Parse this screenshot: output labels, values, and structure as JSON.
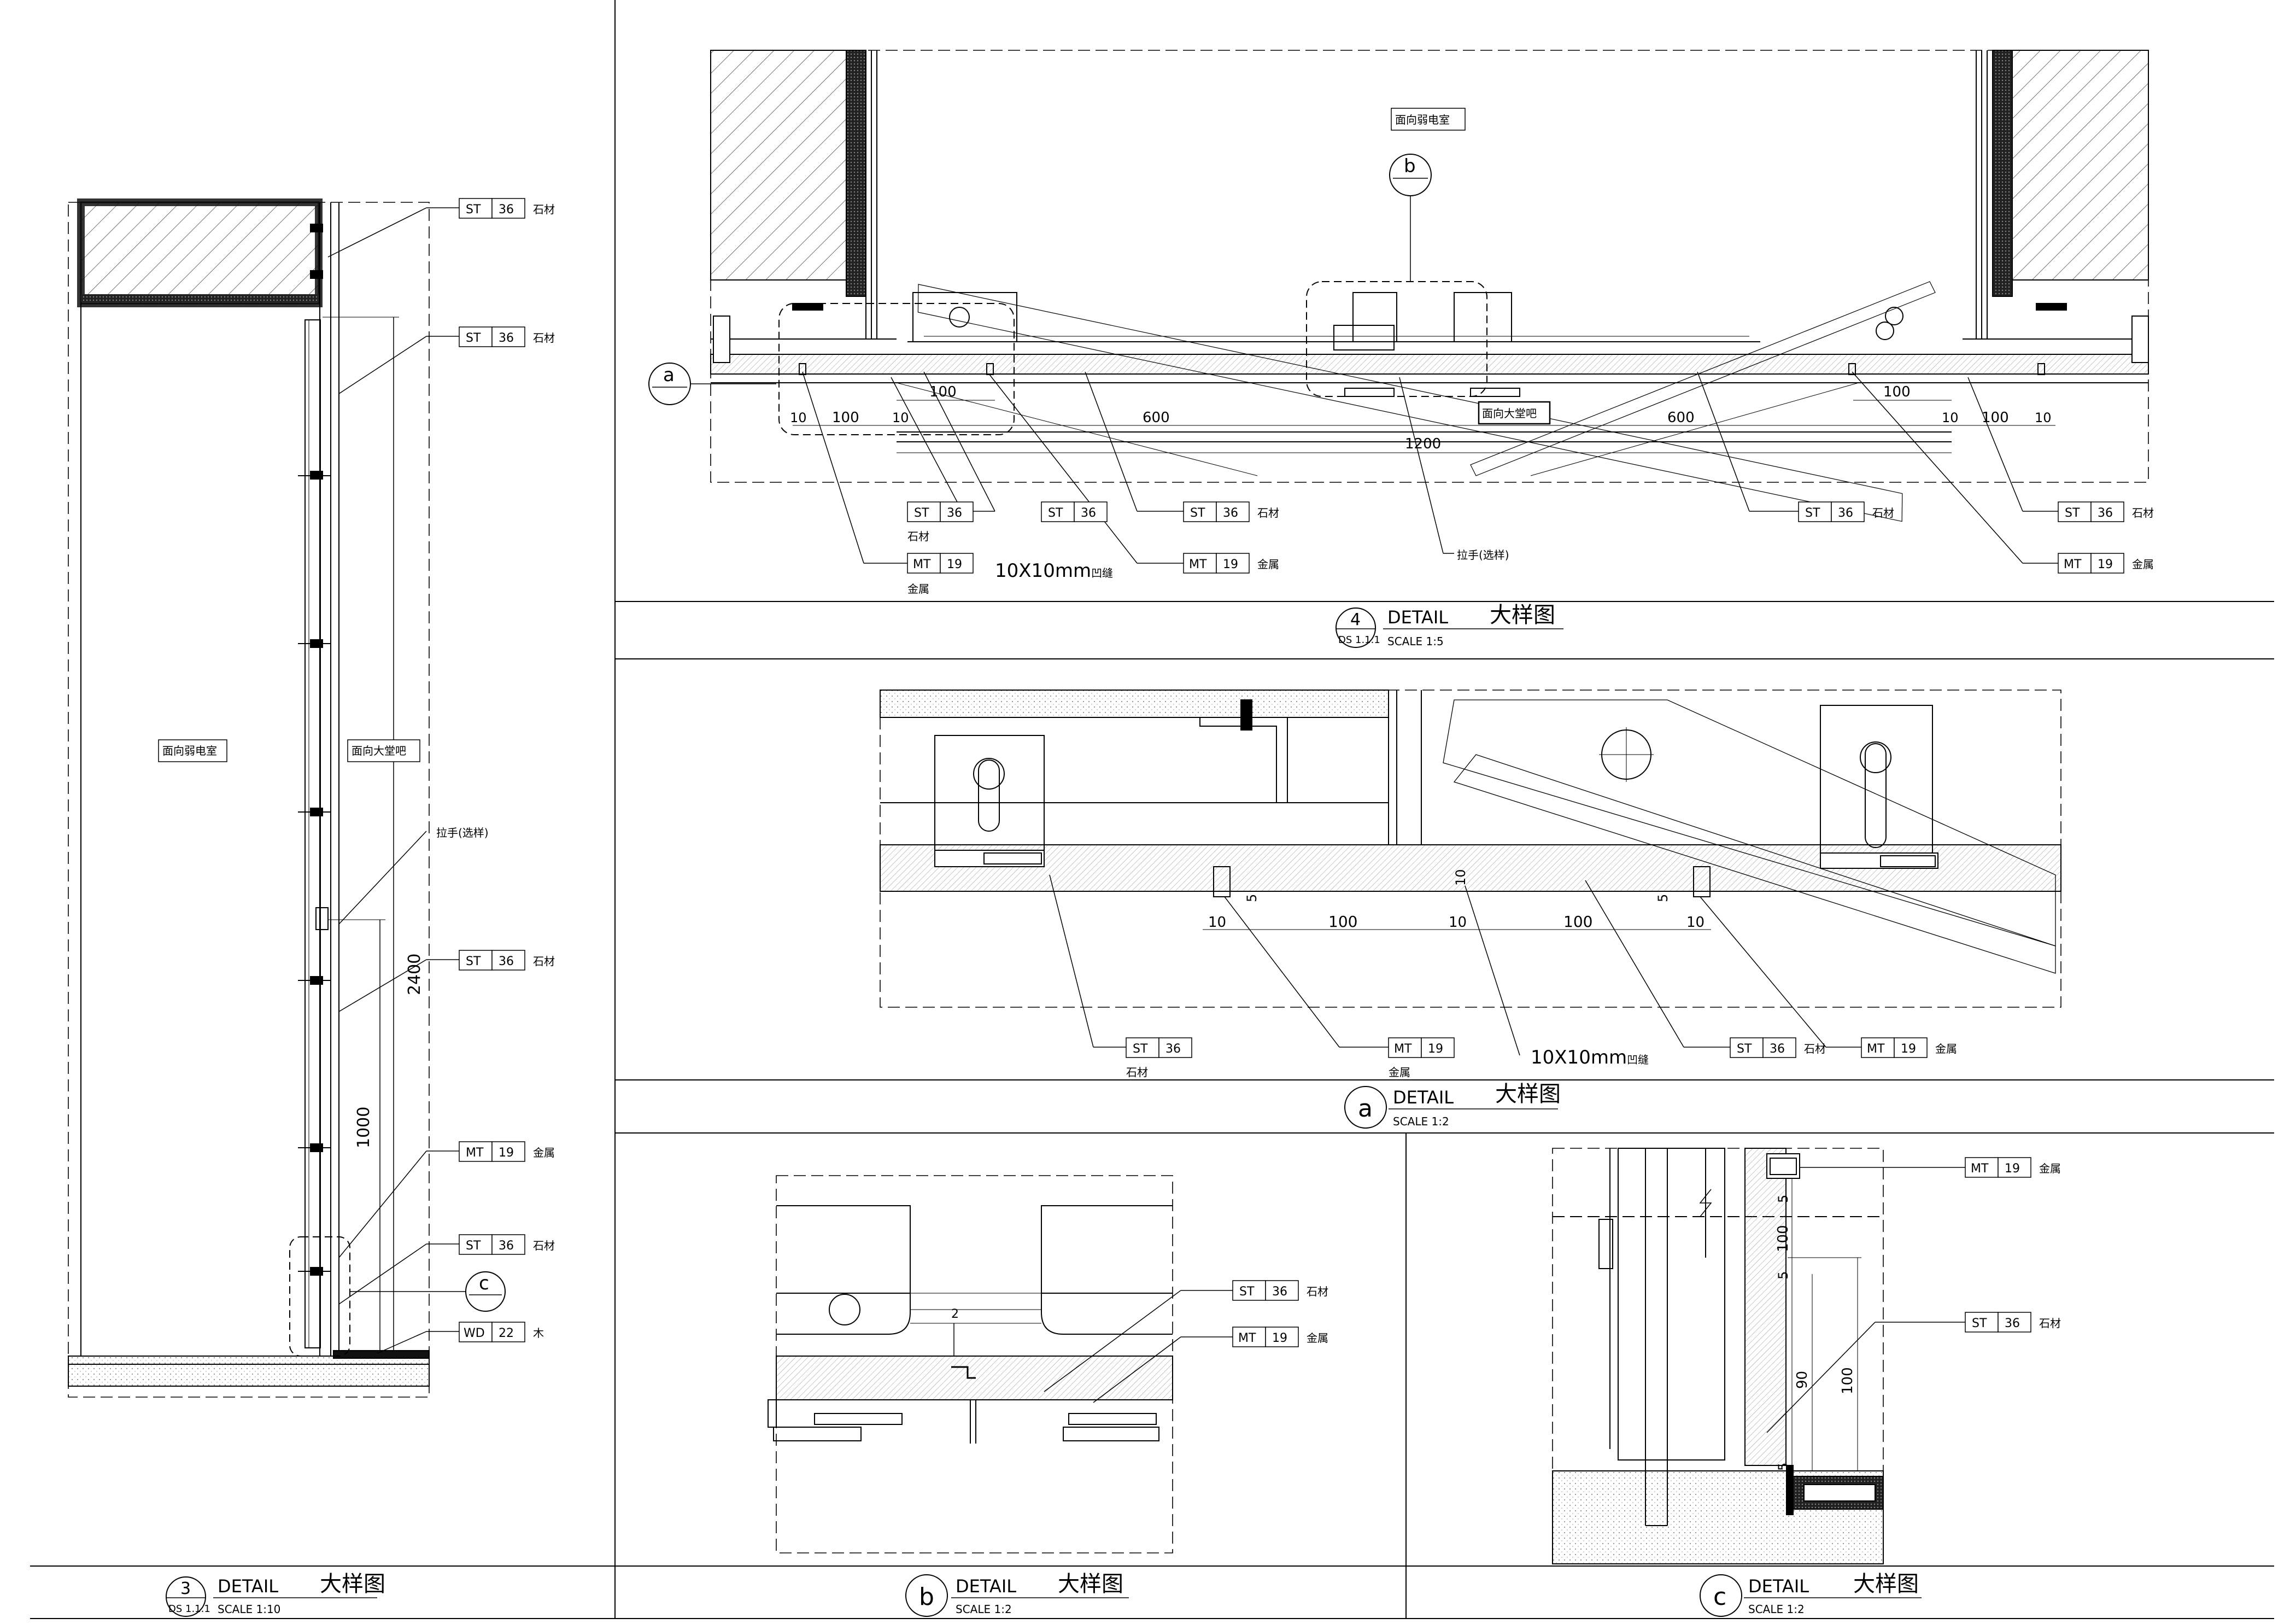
{
  "titles": {
    "detail3": {
      "num": "3",
      "ref": "DS 1.1.1",
      "word": "DETAIL",
      "zh": "大样图",
      "scale": "SCALE   1:10"
    },
    "detail4": {
      "num": "4",
      "ref": "DS 1.1.1",
      "word": "DETAIL",
      "zh": "大样图",
      "scale": "SCALE   1:5"
    },
    "detailA": {
      "num": "a",
      "word": "DETAIL",
      "zh": "大样图",
      "scale": "SCALE   1:2"
    },
    "detailB": {
      "num": "b",
      "word": "DETAIL",
      "zh": "大样图",
      "scale": "SCALE   1:2"
    },
    "detailC": {
      "num": "c",
      "word": "DETAIL",
      "zh": "大样图",
      "scale": "SCALE   1:2"
    }
  },
  "rooms": {
    "weak_current": "面向弱电室",
    "lobby": "面向大堂吧"
  },
  "tags": {
    "st": {
      "code": "ST",
      "num": "36",
      "mat": "石材"
    },
    "mt": {
      "code": "MT",
      "num": "19",
      "mat": "金属"
    },
    "wd": {
      "code": "WD",
      "num": "22",
      "mat": "木"
    }
  },
  "notes": {
    "handle": "拉手(选样)",
    "groove": "10X10mm",
    "groove_suffix": "凹缝"
  },
  "bubbles": {
    "a": "a",
    "b": "b",
    "c": "c"
  },
  "dims": {
    "d2400": "2400",
    "d1000": "1000",
    "d100": "100",
    "d10": "10",
    "d600": "600",
    "d1200": "1200",
    "d5": "5",
    "d90": "90",
    "d2": "2"
  },
  "colors": {
    "line": "#000000",
    "hatch": "#555555",
    "paper": "#ffffff"
  }
}
